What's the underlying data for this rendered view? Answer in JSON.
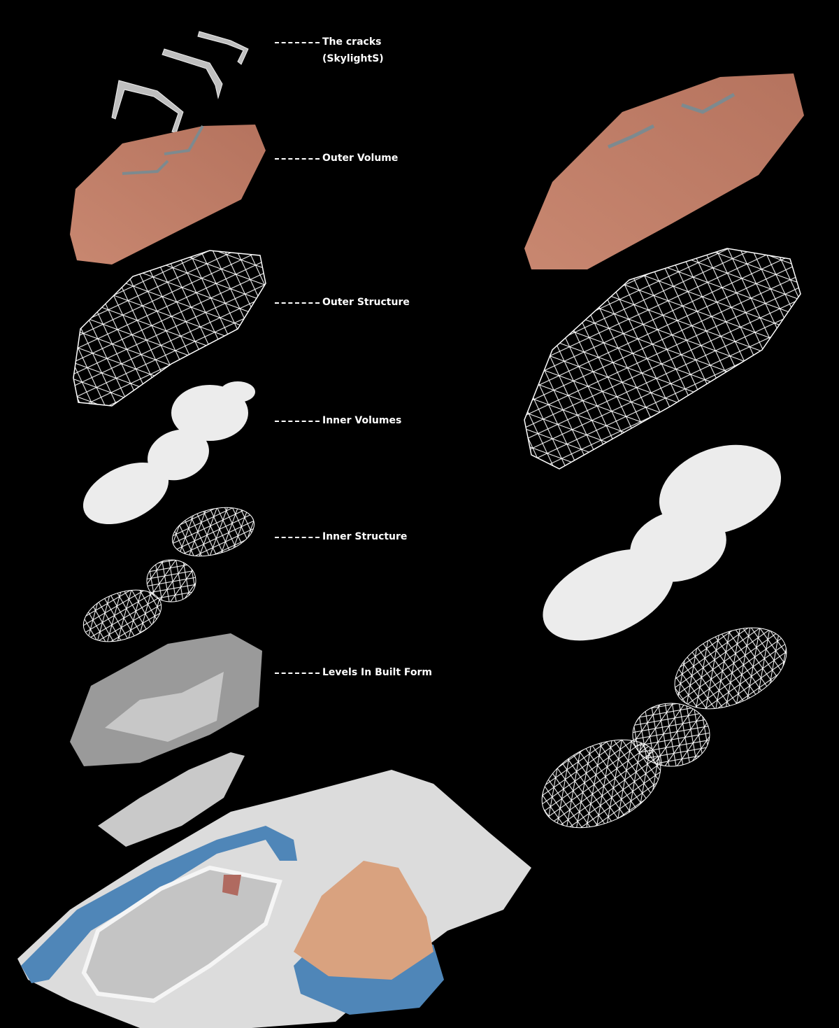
{
  "labels": [
    {
      "text": "The cracks\n(SkylightS)"
    },
    {
      "text": "Outer Volume"
    },
    {
      "text": "Outer Structure"
    },
    {
      "text": "Inner Volumes"
    },
    {
      "text": "Inner Structure"
    },
    {
      "text": "Levels In Built Form"
    }
  ],
  "colors": {
    "outer_volume": "#c98a72",
    "inner_volume": "#ececec",
    "wire": "#ffffff",
    "water": "#4f86b8",
    "mound": "#d9a27f",
    "site": "#dcdcdc"
  }
}
